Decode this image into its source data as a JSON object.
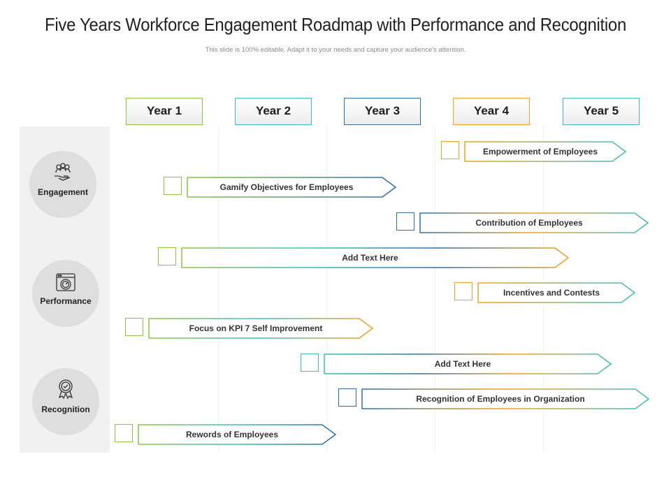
{
  "title": "Five Years Workforce Engagement Roadmap with Performance and Recognition",
  "subtitle": "This slide is 100% editable. Adapt it to your needs and capture your audience's attention.",
  "years": [
    "Year 1",
    "Year 2",
    "Year 3",
    "Year 4",
    "Year 5"
  ],
  "categories": [
    {
      "label": "Engagement",
      "icon": "team-hand-icon"
    },
    {
      "label": "Performance",
      "icon": "speedometer-icon"
    },
    {
      "label": "Recognition",
      "icon": "award-ribbon-icon"
    }
  ],
  "tasks": [
    {
      "label": "Empowerment of Employees",
      "colors": [
        "#f2a21e",
        "#3fbcbf"
      ]
    },
    {
      "label": "Gamify Objectives for Employees",
      "colors": [
        "#8cc63f",
        "#2f6fa7"
      ]
    },
    {
      "label": "Contribution of Employees",
      "colors": [
        "#2f6fa7",
        "#f2a21e",
        "#3fbcbf"
      ]
    },
    {
      "label": "Add Text Here",
      "colors": [
        "#8cc63f",
        "#3fbcbf",
        "#2f6fa7",
        "#f2a21e"
      ]
    },
    {
      "label": "Incentives and Contests",
      "colors": [
        "#f2a21e",
        "#3fbcbf"
      ]
    },
    {
      "label": "Focus on KPI 7 Self Improvement",
      "colors": [
        "#8cc63f",
        "#3fbcbf",
        "#f2a21e"
      ]
    },
    {
      "label": "Add Text Here",
      "colors": [
        "#3fbcbf",
        "#2f6fa7",
        "#f2a21e",
        "#3fbcbf"
      ]
    },
    {
      "label": "Recognition of Employees in Organization",
      "colors": [
        "#2f6fa7",
        "#f2a21e",
        "#3fbcbf"
      ]
    },
    {
      "label": "Rewords of Employees",
      "colors": [
        "#8cc63f",
        "#3fbcbf",
        "#2f6fa7"
      ]
    }
  ]
}
